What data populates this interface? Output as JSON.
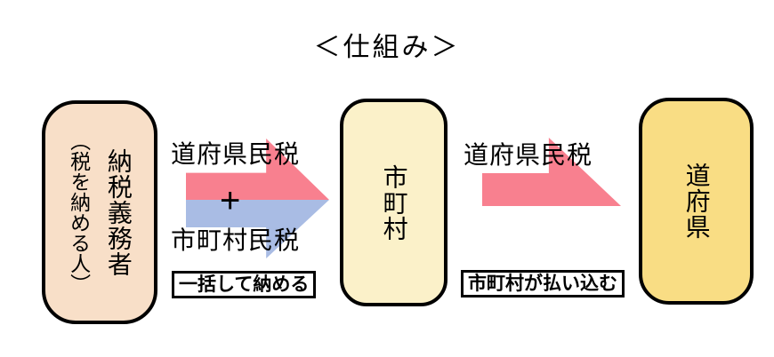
{
  "title": "＜仕組み＞",
  "entities": {
    "taxpayer": {
      "name": "納税義務者",
      "note": "（税を納める人）",
      "fill": "#f8dfc8"
    },
    "municipality": {
      "name": "市町村",
      "fill": "#fbf1c9"
    },
    "prefecture": {
      "name": "道府県",
      "fill": "#f9dd84"
    }
  },
  "flow_taxpayer_to_municipality": {
    "prefectural_tax_label": "道府県民税",
    "plus_sign": "+",
    "municipal_tax_label": "市町村民税",
    "caption": "一括して納める",
    "arrow_colors": {
      "prefectural_tax": "#f8808f",
      "municipal_tax": "#a9bce4"
    }
  },
  "flow_municipality_to_prefecture": {
    "prefectural_tax_label": "道府県民税",
    "caption": "市町村が払い込む",
    "arrow_color": "#f8808f"
  }
}
